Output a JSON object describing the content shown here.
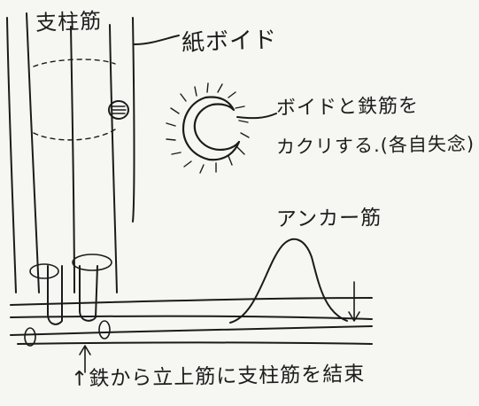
{
  "labels": {
    "pillar_rebar": "支柱筋",
    "paper_void": "紙ボイド",
    "note_line1": "ボイドと鉄筋を",
    "note_line2": "カクリする.(各自失念)",
    "anchor_rebar": "アンカー筋",
    "bottom_caption": "↑鉄から立上筋に支柱筋を結束"
  },
  "colors": {
    "paper": "#f6f6f2",
    "ink": "#1b1b1b"
  }
}
